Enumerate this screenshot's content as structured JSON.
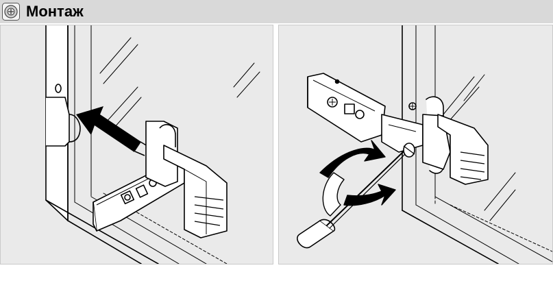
{
  "header": {
    "title": "Монтаж",
    "icon": "screwdriver-badge-icon"
  },
  "colors": {
    "header_bg": "#d9d9d9",
    "panel_bg": "#eaeaea",
    "line": "#000000",
    "arrow_fill": "#000000"
  },
  "illustrations": [
    {
      "name": "hinge-insertion-step",
      "icon": "push-arrow-icon"
    },
    {
      "name": "screw-tightening-step",
      "icon": "rotate-arrow-icon"
    }
  ]
}
